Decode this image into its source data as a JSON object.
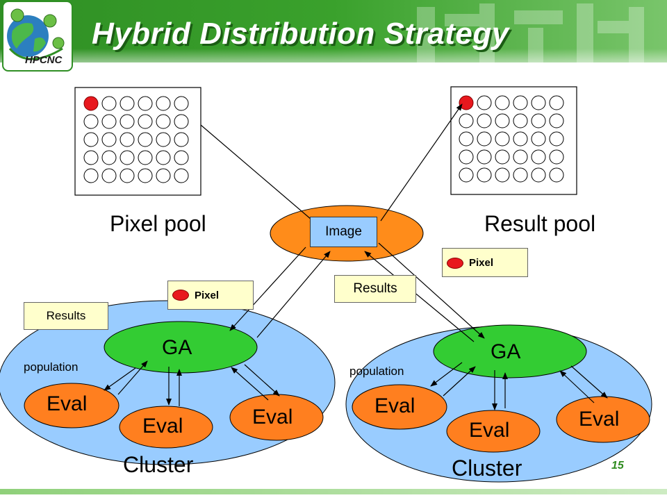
{
  "slide": {
    "title": "Hybrid Distribution Strategy",
    "logo_text": "HPCNC",
    "page_number": "15"
  },
  "diagram": {
    "pixel_pool_label": "Pixel pool",
    "result_pool_label": "Result pool",
    "image_label": "Image",
    "pixel_label": "Pixel",
    "results_label": "Results",
    "ga_label": "GA",
    "eval_label": "Eval",
    "population_label": "population",
    "cluster_label": "Cluster",
    "pool_grid": {
      "rows": 5,
      "cols": 6
    }
  },
  "colors": {
    "header_green": "#3aa12c",
    "cluster_fill": "#99ccff",
    "ga_fill": "#33cc33",
    "eval_fill": "#ff7f1f",
    "image_ellipse_fill": "#ff8c1a",
    "note_fill": "#ffffcc",
    "pixel_dot": "#e8181e"
  }
}
